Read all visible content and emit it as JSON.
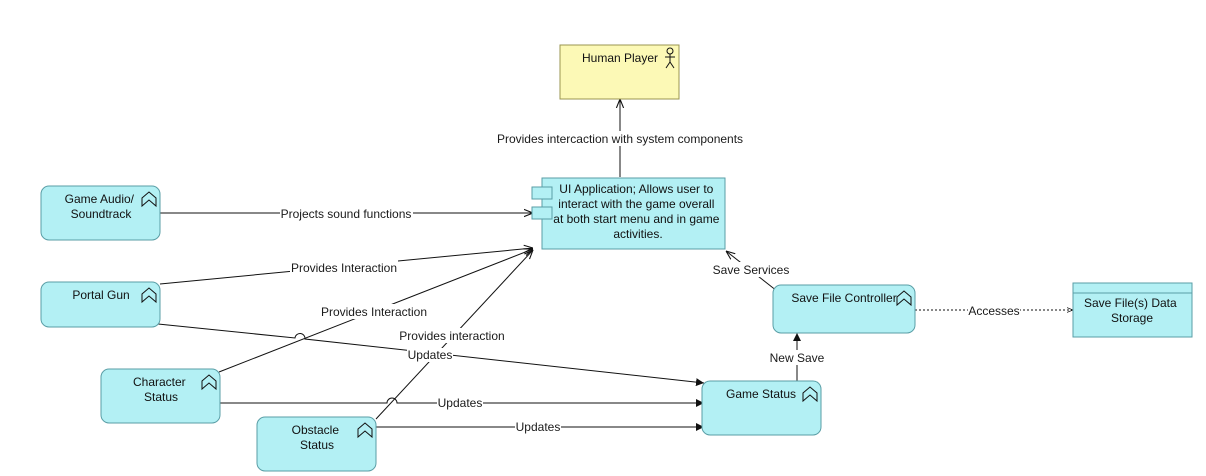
{
  "colors": {
    "function_fill": "#b3f0f4",
    "function_stroke": "#5a9ea6",
    "actor_fill": "#fcf9b6",
    "actor_stroke": "#9a9550",
    "data_fill": "#b3f0f4",
    "edge": "#111111"
  },
  "nodes": {
    "human_player": {
      "label": "Human Player",
      "icon": "actor-icon"
    },
    "ui_app": {
      "lines": [
        "UI Application; Allows user to",
        "interact with the game overall",
        "at both start menu and in game",
        "activities."
      ],
      "icon": "component-icon"
    },
    "game_audio": {
      "lines": [
        "Game Audio/",
        "Soundtrack"
      ],
      "icon": "function-icon"
    },
    "portal_gun": {
      "lines": [
        "Portal Gun"
      ],
      "icon": "function-icon"
    },
    "character_status": {
      "lines": [
        "Character",
        "Status"
      ],
      "icon": "function-icon"
    },
    "obstacle_status": {
      "lines": [
        "Obstacle",
        "Status"
      ],
      "icon": "function-icon"
    },
    "game_status": {
      "lines": [
        "Game Status"
      ],
      "icon": "function-icon"
    },
    "save_file_controller": {
      "lines": [
        "Save File Controller"
      ],
      "icon": "function-icon"
    },
    "save_file_storage": {
      "lines": [
        "Save File(s) Data",
        "Storage"
      ],
      "icon": "data-object-icon"
    }
  },
  "edges": {
    "ui_to_player": "Provides intercaction with system components",
    "audio_to_ui": "Projects sound functions",
    "portal_to_ui": "Provides Interaction",
    "character_to_ui": "Provides Interaction",
    "obstacle_to_ui": "Provides interaction",
    "portal_to_game": "Updates",
    "character_to_game": "Updates",
    "obstacle_to_game": "Updates",
    "game_to_save": "New Save",
    "save_to_ui": "Save Services",
    "save_to_storage": "Accesses"
  }
}
